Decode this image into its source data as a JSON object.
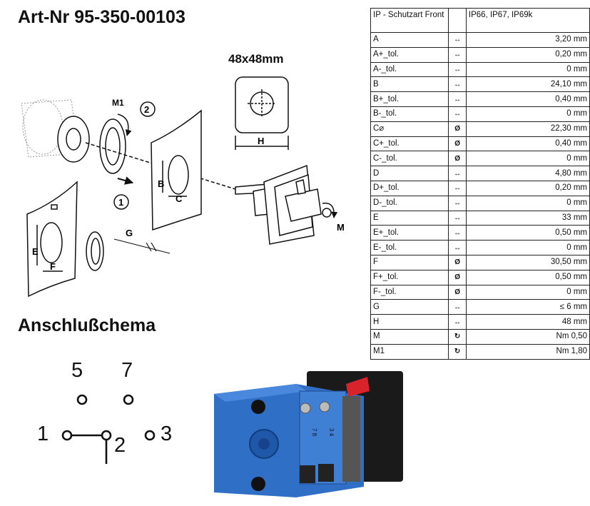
{
  "header": {
    "title": "Art-Nr 95-350-00103"
  },
  "drawing": {
    "dim_label": "48x48mm",
    "labels": {
      "m1": "M1",
      "step2": "2",
      "step1": "1",
      "h": "H",
      "b": "B",
      "c": "C",
      "g": "G",
      "e": "E",
      "f": "F",
      "m": "M"
    }
  },
  "table": {
    "header": {
      "name": "IP - Schutzart Front",
      "value": "IP66, IP67, IP69k"
    },
    "rows": [
      {
        "name": "A",
        "sym": "↔",
        "value": "3,20 mm"
      },
      {
        "name": "A+_tol.",
        "sym": "↔",
        "value": "0,20 mm"
      },
      {
        "name": "A-_tol.",
        "sym": "↔",
        "value": "0 mm"
      },
      {
        "name": "B",
        "sym": "↔",
        "value": "24,10 mm"
      },
      {
        "name": "B+_tol.",
        "sym": "↔",
        "value": "0,40 mm"
      },
      {
        "name": "B-_tol.",
        "sym": "↔",
        "value": "0 mm"
      },
      {
        "name": "C⌀",
        "sym": "Ø",
        "value": "22,30 mm"
      },
      {
        "name": "C+_tol.",
        "sym": "Ø",
        "value": "0,40 mm"
      },
      {
        "name": "C-_tol.",
        "sym": "Ø",
        "value": "0 mm"
      },
      {
        "name": "D",
        "sym": "↔",
        "value": "4,80 mm"
      },
      {
        "name": "D+_tol.",
        "sym": "↔",
        "value": "0,20 mm"
      },
      {
        "name": "D-_tol.",
        "sym": "↔",
        "value": "0 mm"
      },
      {
        "name": "E",
        "sym": "↔",
        "value": "33 mm"
      },
      {
        "name": "E+_tol.",
        "sym": "↔",
        "value": "0,50 mm"
      },
      {
        "name": "E-_tol.",
        "sym": "↔",
        "value": "0 mm"
      },
      {
        "name": "F",
        "sym": "Ø",
        "value": "30,50 mm"
      },
      {
        "name": "F+_tol.",
        "sym": "Ø",
        "value": "0,50 mm"
      },
      {
        "name": "F-_tol.",
        "sym": "Ø",
        "value": "0 mm"
      },
      {
        "name": "G",
        "sym": "↔",
        "value": "≤ 6 mm"
      },
      {
        "name": "H",
        "sym": "↔",
        "value": "48 mm"
      },
      {
        "name": "M",
        "sym": "↻",
        "value": "Nm 0,50"
      },
      {
        "name": "M1",
        "sym": "↻",
        "value": "Nm 1,80"
      }
    ]
  },
  "schema": {
    "title": "Anschlußchema",
    "terminals": {
      "t5": "5",
      "t7": "7",
      "t1": "1",
      "t2": "2",
      "t3": "3"
    }
  },
  "photo": {
    "labels": {
      "a": "3 4",
      "b": "7 8"
    }
  }
}
